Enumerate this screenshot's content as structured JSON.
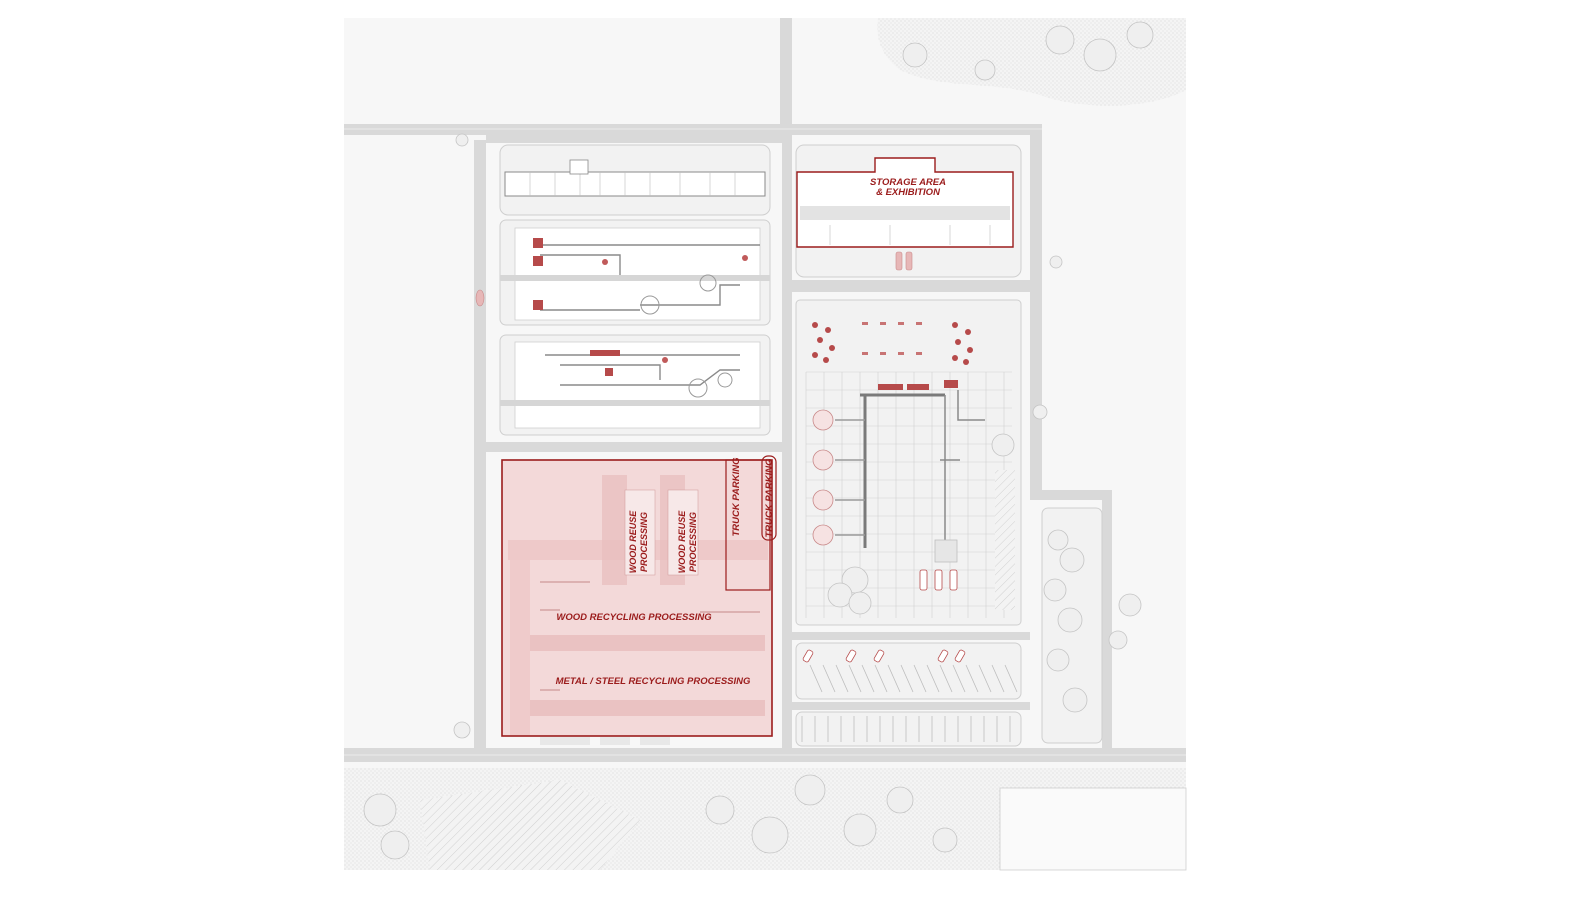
{
  "plan": {
    "labels": {
      "storage_line1": "STORAGE AREA",
      "storage_line2": "& EXHIBITION",
      "truck_parking_1": "TRUCK PARKING",
      "truck_parking_2": "TRUCK PARKING",
      "wood_reuse_1_line1": "WOOD REUSE",
      "wood_reuse_1_line2": "PROCESSING",
      "wood_reuse_2_line1": "WOOD REUSE",
      "wood_reuse_2_line2": "PROCESSING",
      "wood_recycling": "WOOD RECYCLING PROCESSING",
      "metal_recycling": "METAL / STEEL RECYCLING PROCESSING"
    },
    "colors": {
      "accent": "#9b1c1c",
      "highlight_fill": "#f3d9d9",
      "road": "#d9d9d9",
      "block": "#f2f2f2"
    }
  }
}
